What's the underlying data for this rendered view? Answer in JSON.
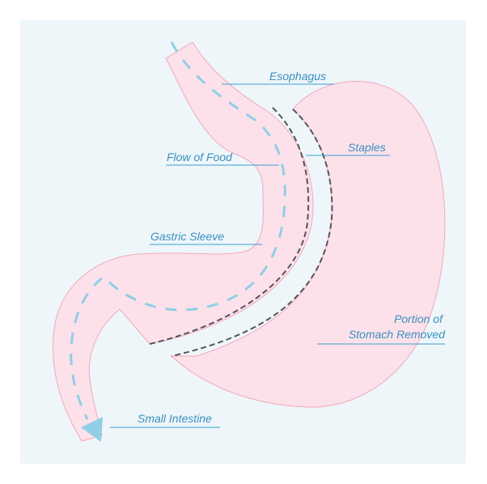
{
  "diagram": {
    "labels": {
      "esophagus": "Esophagus",
      "staples": "Staples",
      "flow_of_food": "Flow of Food",
      "gastric_sleeve": "Gastric Sleeve",
      "portion_line1": "Portion of",
      "portion_line2": "Stomach Removed",
      "small_intestine": "Small Intestine"
    },
    "colors": {
      "background": "#eef6fa",
      "tissue_fill": "#fde1ea",
      "tissue_outline": "#f0a8bc",
      "label_text": "#3a8fbf",
      "leader_line": "#3a9fd0",
      "flow_arrow": "#8fcfe6",
      "staple_line": "#555555"
    }
  }
}
